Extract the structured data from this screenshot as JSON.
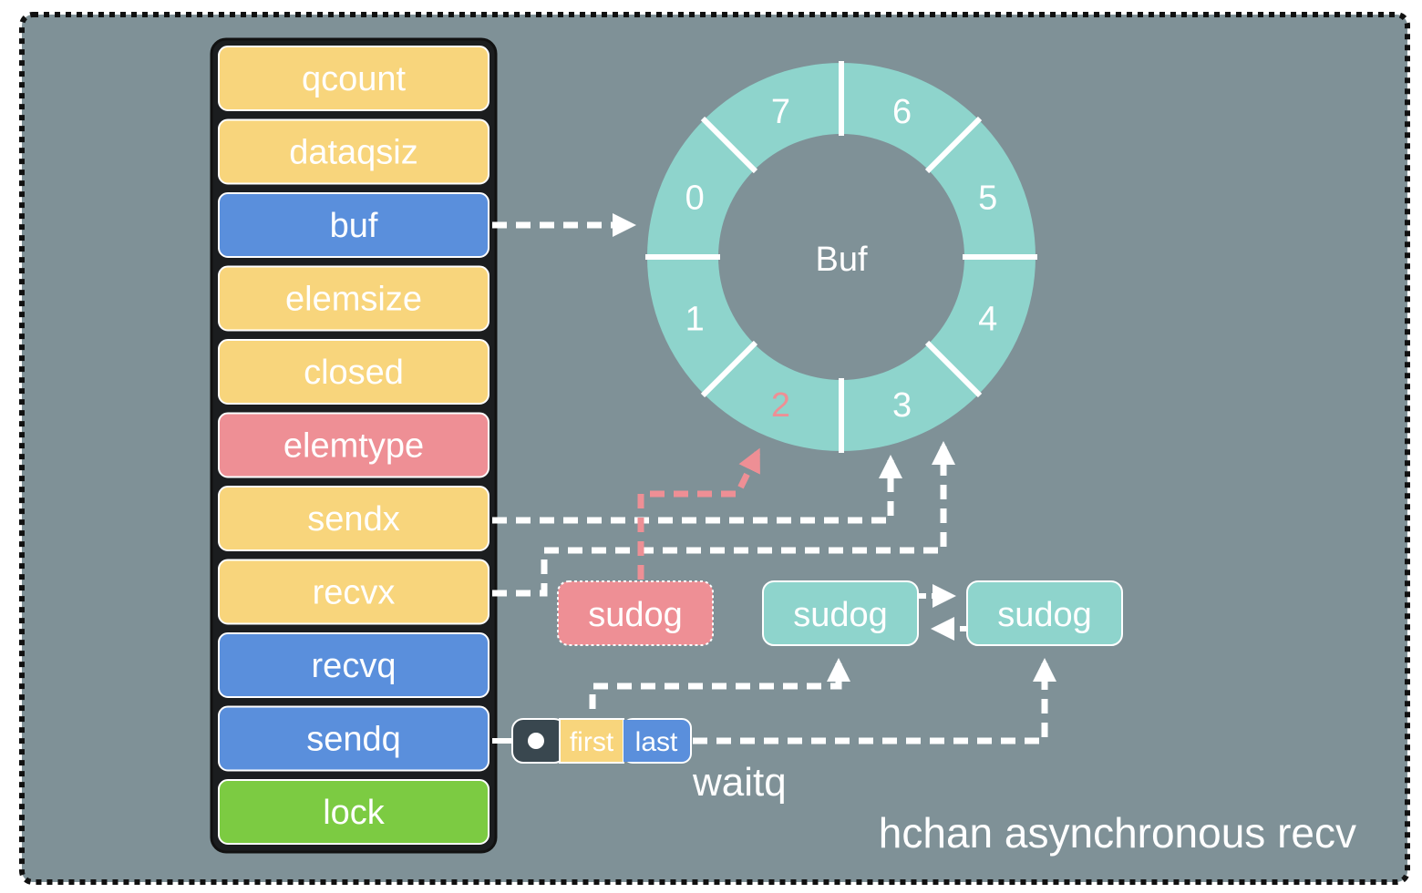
{
  "colors": {
    "background": "#7f9197",
    "field_yellow": "#f8d57c",
    "field_blue": "#5a8fdc",
    "field_red": "#ee8f95",
    "field_green": "#7ccb42",
    "ring_teal": "#8ed4cc",
    "dash_white": "#ffffff",
    "dash_red": "#ee8f95",
    "waitq_dark": "#39474f",
    "highlight_text": "#ee8f95"
  },
  "hchan": {
    "fields": [
      {
        "label": "qcount",
        "color": "yellow"
      },
      {
        "label": "dataqsiz",
        "color": "yellow"
      },
      {
        "label": "buf",
        "color": "blue"
      },
      {
        "label": "elemsize",
        "color": "yellow"
      },
      {
        "label": "closed",
        "color": "yellow"
      },
      {
        "label": "elemtype",
        "color": "red"
      },
      {
        "label": "sendx",
        "color": "yellow"
      },
      {
        "label": "recvx",
        "color": "yellow"
      },
      {
        "label": "recvq",
        "color": "blue"
      },
      {
        "label": "sendq",
        "color": "blue"
      },
      {
        "label": "lock",
        "color": "green"
      }
    ]
  },
  "ring_buffer": {
    "center_label": "Buf",
    "slot_count": 8,
    "slots": [
      "0",
      "1",
      "2",
      "3",
      "4",
      "5",
      "6",
      "7"
    ],
    "highlighted_slot": "2"
  },
  "sudogs": {
    "receiver": "sudog",
    "queue_items": [
      "sudog",
      "sudog"
    ]
  },
  "waitq": {
    "first_label": "first",
    "last_label": "last",
    "caption": "waitq"
  },
  "caption": "hchan asynchronous recv"
}
